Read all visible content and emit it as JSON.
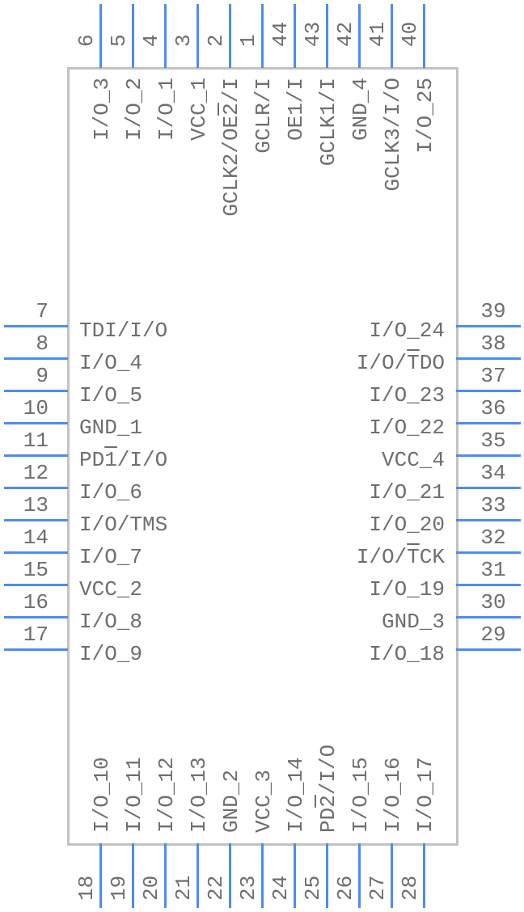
{
  "title": "44-pin CPLD schematic symbol",
  "colors": {
    "pin": "#4a8ef2",
    "body_outline": "#c2c2c2",
    "text": "#6e6e6e"
  },
  "pins": {
    "left": [
      {
        "num": "7",
        "label": [
          "TDI/I/O",
          "",
          ""
        ]
      },
      {
        "num": "8",
        "label": [
          "I/O_4",
          "",
          ""
        ]
      },
      {
        "num": "9",
        "label": [
          "I/O_5",
          "",
          ""
        ]
      },
      {
        "num": "10",
        "label": [
          "GND_1",
          "",
          ""
        ]
      },
      {
        "num": "11",
        "label": [
          "PD",
          "1",
          "/I/O"
        ]
      },
      {
        "num": "12",
        "label": [
          "I/O_6",
          "",
          ""
        ]
      },
      {
        "num": "13",
        "label": [
          "I/O/TMS",
          "",
          ""
        ]
      },
      {
        "num": "14",
        "label": [
          "I/O_7",
          "",
          ""
        ]
      },
      {
        "num": "15",
        "label": [
          "VCC_2",
          "",
          ""
        ]
      },
      {
        "num": "16",
        "label": [
          "I/O_8",
          "",
          ""
        ]
      },
      {
        "num": "17",
        "label": [
          "I/O_9",
          "",
          ""
        ]
      }
    ],
    "right": [
      {
        "num": "39",
        "label": [
          "I/O_24",
          "",
          ""
        ]
      },
      {
        "num": "38",
        "label": [
          "I/O/",
          "T",
          "DO"
        ]
      },
      {
        "num": "37",
        "label": [
          "I/O_23",
          "",
          ""
        ]
      },
      {
        "num": "36",
        "label": [
          "I/O_22",
          "",
          ""
        ]
      },
      {
        "num": "35",
        "label": [
          "VCC_4",
          "",
          ""
        ]
      },
      {
        "num": "34",
        "label": [
          "I/O_21",
          "",
          ""
        ]
      },
      {
        "num": "33",
        "label": [
          "I/O_20",
          "",
          ""
        ]
      },
      {
        "num": "32",
        "label": [
          "I/O/",
          "T",
          "CK"
        ]
      },
      {
        "num": "31",
        "label": [
          "I/O_19",
          "",
          ""
        ]
      },
      {
        "num": "30",
        "label": [
          "GND_3",
          "",
          ""
        ]
      },
      {
        "num": "29",
        "label": [
          "I/O_18",
          "",
          ""
        ]
      }
    ],
    "top": [
      {
        "num": "6",
        "label": [
          "I/O_3",
          "",
          ""
        ]
      },
      {
        "num": "5",
        "label": [
          "I/O_2",
          "",
          ""
        ]
      },
      {
        "num": "4",
        "label": [
          "I/O_1",
          "",
          ""
        ]
      },
      {
        "num": "3",
        "label": [
          "VCC_1",
          "",
          ""
        ]
      },
      {
        "num": "2",
        "label": [
          "GCLK2/OE",
          "2",
          "/I"
        ]
      },
      {
        "num": "1",
        "label": [
          "GCLR/I",
          "",
          ""
        ]
      },
      {
        "num": "44",
        "label": [
          "OE1/I",
          "",
          ""
        ]
      },
      {
        "num": "43",
        "label": [
          "GCLK1/I",
          "",
          ""
        ]
      },
      {
        "num": "42",
        "label": [
          "GND_4",
          "",
          ""
        ]
      },
      {
        "num": "41",
        "label": [
          "GCLK3/I/O",
          "",
          ""
        ]
      },
      {
        "num": "40",
        "label": [
          "I/O_25",
          "",
          ""
        ]
      }
    ],
    "bottom": [
      {
        "num": "18",
        "label": [
          "I/O_10",
          "",
          ""
        ]
      },
      {
        "num": "19",
        "label": [
          "I/O_11",
          "",
          ""
        ]
      },
      {
        "num": "20",
        "label": [
          "I/O_12",
          "",
          ""
        ]
      },
      {
        "num": "21",
        "label": [
          "I/O_13",
          "",
          ""
        ]
      },
      {
        "num": "22",
        "label": [
          "GND_2",
          "",
          ""
        ]
      },
      {
        "num": "23",
        "label": [
          "VCC_3",
          "",
          ""
        ]
      },
      {
        "num": "24",
        "label": [
          "I/O_14",
          "",
          ""
        ]
      },
      {
        "num": "25",
        "label": [
          "PD",
          "2",
          "/I/O"
        ]
      },
      {
        "num": "26",
        "label": [
          "I/O_15",
          "",
          ""
        ]
      },
      {
        "num": "27",
        "label": [
          "I/O_16",
          "",
          ""
        ]
      },
      {
        "num": "28",
        "label": [
          "I/O_17",
          "",
          ""
        ]
      }
    ]
  }
}
